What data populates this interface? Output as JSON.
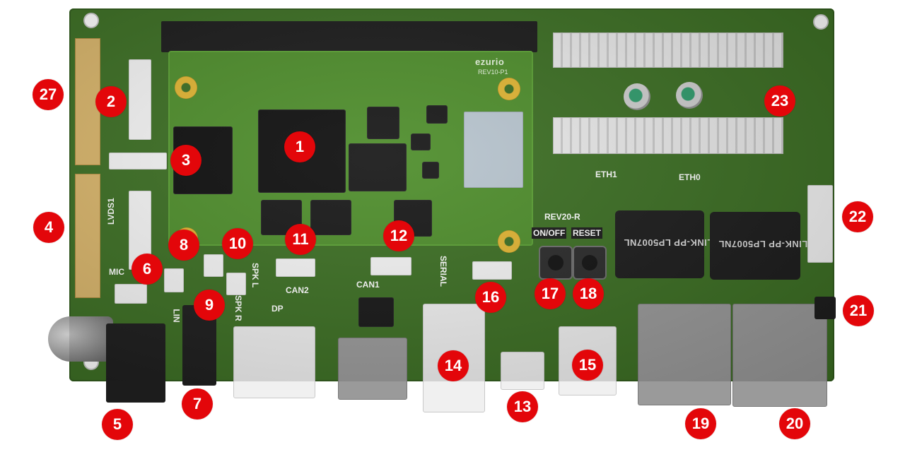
{
  "board": {
    "brand": "ezurio",
    "som_revision": "REV10-P1",
    "board_revision": "REV20-R",
    "magnetics_left": "LINK-PP LP5007NL",
    "magnetics_right": "LINK-PP LP5007NL",
    "eth_labels": [
      "ETH1",
      "ETH0"
    ],
    "silk_labels": {
      "lvds1": "LVDS1",
      "mic": "MIC",
      "lin": "LIN",
      "spk_l": "SPK L",
      "spk_r": "SPK R",
      "can1": "CAN1",
      "can2": "CAN2",
      "serial": "SERIAL",
      "dp": "DP",
      "on_off": "ON/OFF",
      "reset": "RESET"
    }
  },
  "callouts": [
    {
      "number": "1",
      "target": "main-soc"
    },
    {
      "number": "2",
      "target": "fpc-connector-upper"
    },
    {
      "number": "3",
      "target": "small-connector"
    },
    {
      "number": "4",
      "target": "lvds1-connector"
    },
    {
      "number": "5",
      "target": "dc-power-jack"
    },
    {
      "number": "6",
      "target": "mic-connector"
    },
    {
      "number": "7",
      "target": "audio-jack"
    },
    {
      "number": "8",
      "target": "indicator-leds"
    },
    {
      "number": "9",
      "target": "spk-r-connector"
    },
    {
      "number": "10",
      "target": "spk-l-connector"
    },
    {
      "number": "11",
      "target": "can2-connector"
    },
    {
      "number": "12",
      "target": "can1-connector"
    },
    {
      "number": "13",
      "target": "usb-c-port"
    },
    {
      "number": "14",
      "target": "usb-a-port-left"
    },
    {
      "number": "15",
      "target": "usb-a-port-right"
    },
    {
      "number": "16",
      "target": "serial-connector"
    },
    {
      "number": "17",
      "target": "on-off-button"
    },
    {
      "number": "18",
      "target": "reset-button"
    },
    {
      "number": "19",
      "target": "ethernet-port-eth1"
    },
    {
      "number": "20",
      "target": "ethernet-port-eth0"
    },
    {
      "number": "21",
      "target": "side-connector"
    },
    {
      "number": "22",
      "target": "fpc-connector-right"
    },
    {
      "number": "23",
      "target": "pin-headers"
    },
    {
      "number": "27",
      "target": "board-left-edge-connectors"
    }
  ],
  "colors": {
    "pcb": "#3b6e22",
    "som": "#4d8d2a",
    "marker": "#e3060a",
    "marker_text": "#ffffff"
  }
}
